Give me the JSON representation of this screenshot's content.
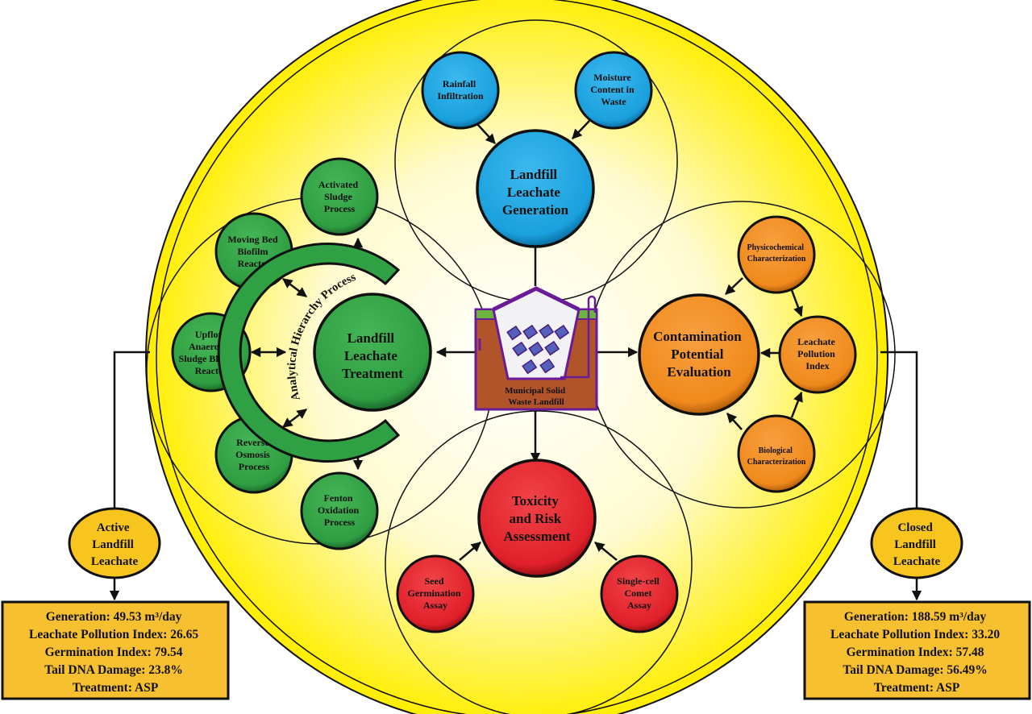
{
  "diagram": {
    "colors": {
      "outer_yellow": "#ffee00",
      "blue": "#1aa3e0",
      "green": "#2fa043",
      "orange": "#f28c1e",
      "red": "#e3232a",
      "gold": "#f7c51e",
      "soil": "#b2542a",
      "grass": "#6cb33f",
      "purple": "#6a1b9a",
      "tile": "#5560b8"
    },
    "center": {
      "label_lines": [
        "Municipal Solid",
        "Waste Landfill"
      ]
    },
    "generation": {
      "title_lines": [
        "Landfill",
        "Leachate",
        "Generation"
      ],
      "inputs": [
        {
          "id": "rainfall",
          "lines": [
            "Rainfall",
            "Infiltration"
          ]
        },
        {
          "id": "moisture",
          "lines": [
            "Moisture",
            "Content in",
            "Waste"
          ]
        }
      ]
    },
    "treatment": {
      "title_lines": [
        "Landfill",
        "Leachate",
        "Treatment"
      ],
      "arc_label": "Analytical Hierarchy Process",
      "options": [
        {
          "id": "asp",
          "lines": [
            "Activated",
            "Sludge",
            "Process"
          ]
        },
        {
          "id": "mbbr",
          "lines": [
            "Moving Bed",
            "Biofilm",
            "Reactor"
          ]
        },
        {
          "id": "uasb",
          "lines": [
            "Upflow",
            "Anaerobic",
            "Sludge Blanket",
            "Reactor"
          ]
        },
        {
          "id": "ro",
          "lines": [
            "Reverse",
            "Osmosis",
            "Process"
          ]
        },
        {
          "id": "fenton",
          "lines": [
            "Fenton",
            "Oxidation",
            "Process"
          ]
        }
      ]
    },
    "contamination": {
      "title_lines": [
        "Contamination",
        "Potential",
        "Evaluation"
      ],
      "inputs": [
        {
          "id": "physchem",
          "lines": [
            "Physicochemical",
            "Characterization"
          ]
        },
        {
          "id": "lpi",
          "lines": [
            "Leachate",
            "Pollution",
            "Index"
          ]
        },
        {
          "id": "bio",
          "lines": [
            "Biological",
            "Characterization"
          ]
        }
      ]
    },
    "toxicity": {
      "title_lines": [
        "Toxicity",
        "and Risk",
        "Assessment"
      ],
      "inputs": [
        {
          "id": "seed",
          "lines": [
            "Seed",
            "Germination",
            "Assay"
          ]
        },
        {
          "id": "comet",
          "lines": [
            "Single-cell",
            "Comet",
            "Assay"
          ]
        }
      ]
    },
    "active": {
      "title_lines": [
        "Active",
        "Landfill",
        "Leachate"
      ],
      "stats": [
        "Generation: 49.53 m³/day",
        "Leachate Pollution Index: 26.65",
        "Germination Index: 79.54",
        "Tail DNA Damage: 23.8%",
        "Treatment: ASP"
      ]
    },
    "closed": {
      "title_lines": [
        "Closed",
        "Landfill",
        "Leachate"
      ],
      "stats": [
        "Generation: 188.59 m³/day",
        "Leachate Pollution Index: 33.20",
        "Germination Index: 57.48",
        "Tail DNA Damage: 56.49%",
        "Treatment: ASP"
      ]
    }
  }
}
